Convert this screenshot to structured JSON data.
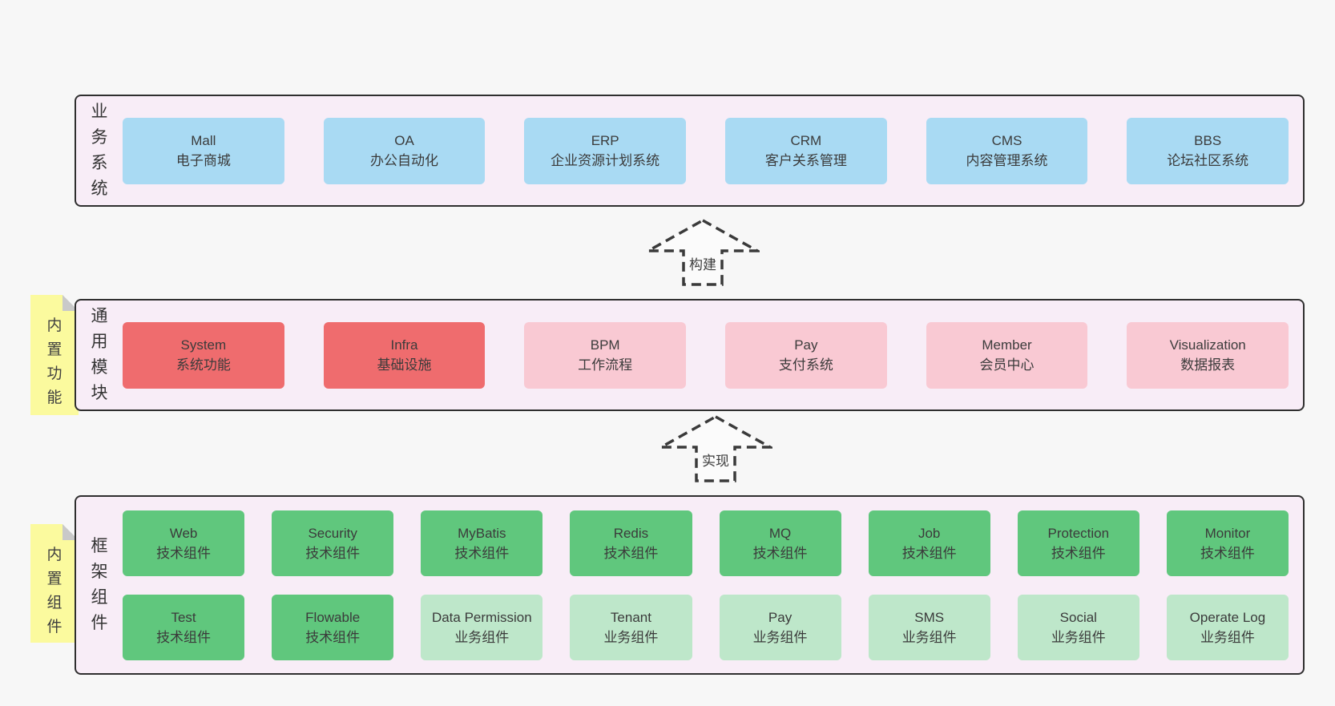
{
  "sections": {
    "business": {
      "label": "业务系统",
      "boxes": [
        {
          "title": "Mall",
          "subtitle": "电子商城",
          "color": "blue"
        },
        {
          "title": "OA",
          "subtitle": "办公自动化",
          "color": "blue"
        },
        {
          "title": "ERP",
          "subtitle": "企业资源计划系统",
          "color": "blue"
        },
        {
          "title": "CRM",
          "subtitle": "客户关系管理",
          "color": "blue"
        },
        {
          "title": "CMS",
          "subtitle": "内容管理系统",
          "color": "blue"
        },
        {
          "title": "BBS",
          "subtitle": "论坛社区系统",
          "color": "blue"
        }
      ]
    },
    "common": {
      "label": "通用模块",
      "note": "内置功能",
      "boxes": [
        {
          "title": "System",
          "subtitle": "系统功能",
          "color": "red"
        },
        {
          "title": "Infra",
          "subtitle": "基础设施",
          "color": "red"
        },
        {
          "title": "BPM",
          "subtitle": "工作流程",
          "color": "pink"
        },
        {
          "title": "Pay",
          "subtitle": "支付系统",
          "color": "pink"
        },
        {
          "title": "Member",
          "subtitle": "会员中心",
          "color": "pink"
        },
        {
          "title": "Visualization",
          "subtitle": "数据报表",
          "color": "pink"
        }
      ]
    },
    "framework": {
      "label": "框架组件",
      "note": "内置组件",
      "rows": [
        [
          {
            "title": "Web",
            "subtitle": "技术组件",
            "color": "green-dark"
          },
          {
            "title": "Security",
            "subtitle": "技术组件",
            "color": "green-dark"
          },
          {
            "title": "MyBatis",
            "subtitle": "技术组件",
            "color": "green-dark"
          },
          {
            "title": "Redis",
            "subtitle": "技术组件",
            "color": "green-dark"
          },
          {
            "title": "MQ",
            "subtitle": "技术组件",
            "color": "green-dark"
          },
          {
            "title": "Job",
            "subtitle": "技术组件",
            "color": "green-dark"
          },
          {
            "title": "Protection",
            "subtitle": "技术组件",
            "color": "green-dark"
          },
          {
            "title": "Monitor",
            "subtitle": "技术组件",
            "color": "green-dark"
          }
        ],
        [
          {
            "title": "Test",
            "subtitle": "技术组件",
            "color": "green-dark"
          },
          {
            "title": "Flowable",
            "subtitle": "技术组件",
            "color": "green-dark"
          },
          {
            "title": "Data Permission",
            "subtitle": "业务组件",
            "color": "green-light"
          },
          {
            "title": "Tenant",
            "subtitle": "业务组件",
            "color": "green-light"
          },
          {
            "title": "Pay",
            "subtitle": "业务组件",
            "color": "green-light"
          },
          {
            "title": "SMS",
            "subtitle": "业务组件",
            "color": "green-light"
          },
          {
            "title": "Social",
            "subtitle": "业务组件",
            "color": "green-light"
          },
          {
            "title": "Operate Log",
            "subtitle": "业务组件",
            "color": "green-light"
          }
        ]
      ]
    }
  },
  "arrows": [
    {
      "label": "构建"
    },
    {
      "label": "实现"
    }
  ],
  "colors": {
    "page_background": "#f7f7f7",
    "section_background": "#f8edf7",
    "section_border": "#2f2f2f",
    "box_blue": "#a9daf3",
    "box_red": "#ef6c6e",
    "box_pink": "#f9c9d3",
    "box_green_dark": "#60c77d",
    "box_green_light": "#bee7ca",
    "note_yellow": "#fbfa9e",
    "note_fold_gray": "#c9c9c9",
    "text": "#3b3b3b"
  }
}
